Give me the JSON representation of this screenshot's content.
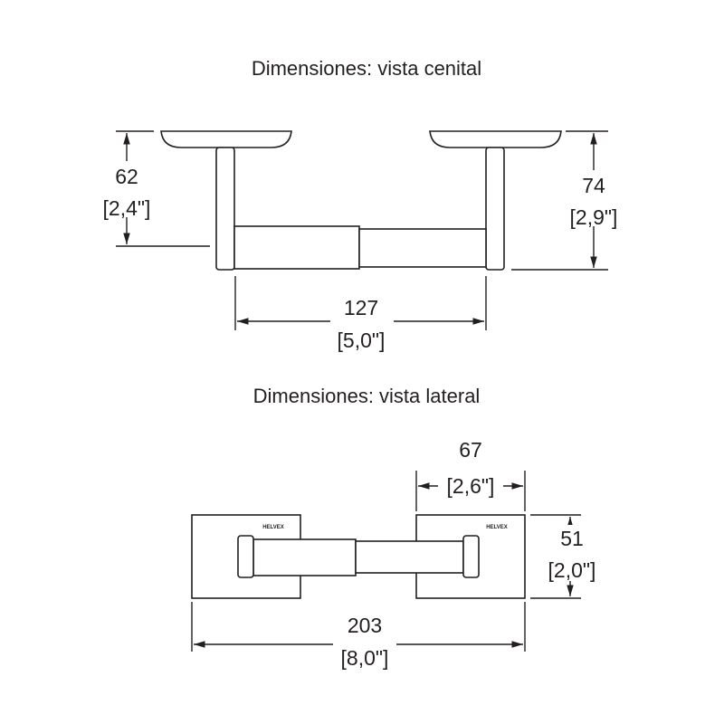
{
  "top_view": {
    "title": "Dimensiones: vista cenital",
    "depth_left": {
      "mm": "62",
      "in": "[2,4\"]"
    },
    "depth_right": {
      "mm": "74",
      "in": "[2,9\"]"
    },
    "width": {
      "mm": "127",
      "in": "[5,0\"]"
    }
  },
  "side_view": {
    "title": "Dimensiones: vista lateral",
    "plate_width": {
      "mm": "67",
      "in": "[2,6\"]"
    },
    "plate_height": {
      "mm": "51",
      "in": "[2,0\"]"
    },
    "overall_width": {
      "mm": "203",
      "in": "[8,0\"]"
    },
    "logo_text": "HELVEX"
  }
}
